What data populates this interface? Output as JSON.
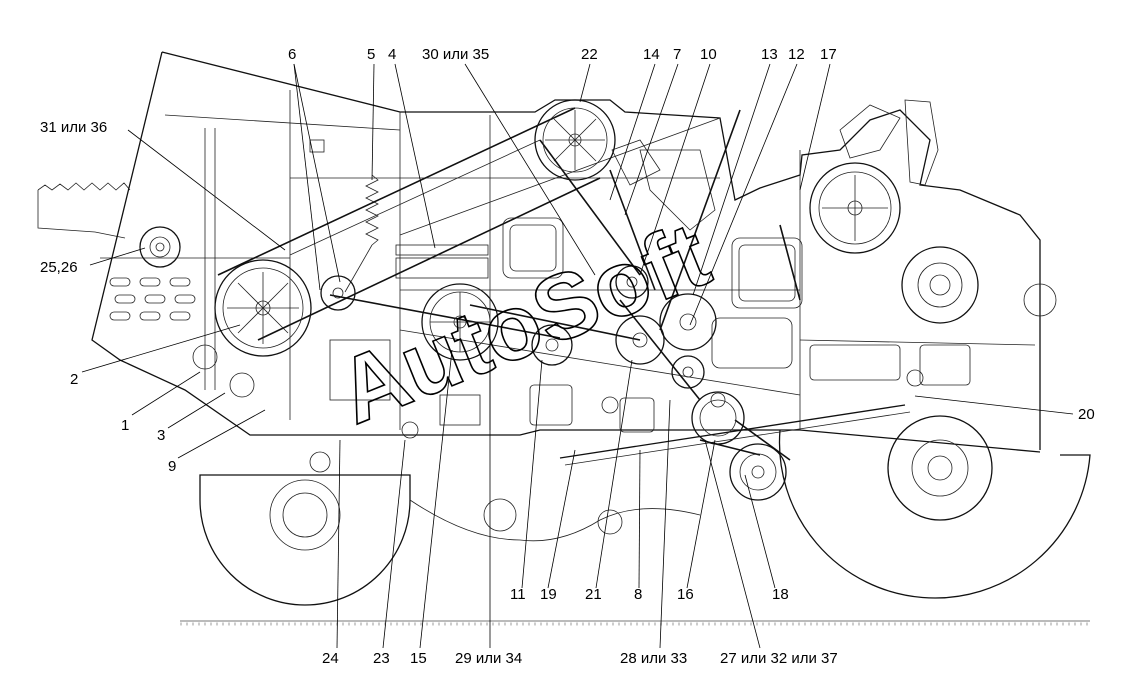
{
  "watermark": "AutoSoft",
  "labels": [
    {
      "id": "6",
      "text": "6"
    },
    {
      "id": "5",
      "text": "5"
    },
    {
      "id": "4",
      "text": "4"
    },
    {
      "id": "30-35",
      "text": "30 или 35"
    },
    {
      "id": "22",
      "text": "22"
    },
    {
      "id": "14",
      "text": "14"
    },
    {
      "id": "7",
      "text": "7"
    },
    {
      "id": "10",
      "text": "10"
    },
    {
      "id": "13",
      "text": "13"
    },
    {
      "id": "12",
      "text": "12"
    },
    {
      "id": "17",
      "text": "17"
    },
    {
      "id": "31-36",
      "text": "31 или 36"
    },
    {
      "id": "25-26",
      "text": "25,26"
    },
    {
      "id": "2",
      "text": "2"
    },
    {
      "id": "1",
      "text": "1"
    },
    {
      "id": "3",
      "text": "3"
    },
    {
      "id": "9",
      "text": "9"
    },
    {
      "id": "20",
      "text": "20"
    },
    {
      "id": "11",
      "text": "11"
    },
    {
      "id": "19",
      "text": "19"
    },
    {
      "id": "21",
      "text": "21"
    },
    {
      "id": "8",
      "text": "8"
    },
    {
      "id": "16",
      "text": "16"
    },
    {
      "id": "18",
      "text": "18"
    },
    {
      "id": "24",
      "text": "24"
    },
    {
      "id": "23",
      "text": "23"
    },
    {
      "id": "15",
      "text": "15"
    },
    {
      "id": "29-34",
      "text": "29 или 34"
    },
    {
      "id": "28-33",
      "text": "28 или 33"
    },
    {
      "id": "27-32-37",
      "text": "27 или 32 или 37"
    }
  ]
}
